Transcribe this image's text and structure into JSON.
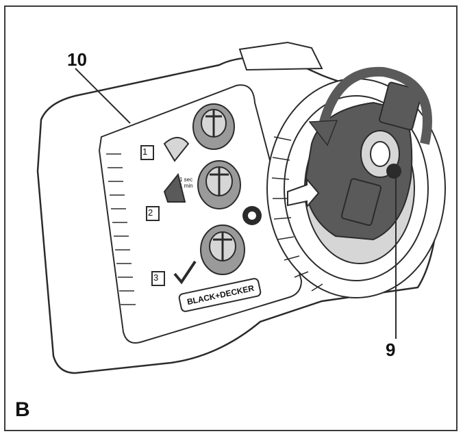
{
  "figure": {
    "label": "B",
    "callouts": [
      {
        "id": "callout-10",
        "text": "10"
      },
      {
        "id": "callout-9",
        "text": "9"
      }
    ],
    "steps": [
      "1",
      "2",
      "3"
    ],
    "step2_text": "1 sec\n1 min",
    "brand": "BLACK+DECKER"
  },
  "colors": {
    "line": "#2b2b2b",
    "body": "#ffffff",
    "dark_part": "#5a5a5a",
    "light_part": "#d6d6d6",
    "mid_part": "#9a9a9a"
  }
}
